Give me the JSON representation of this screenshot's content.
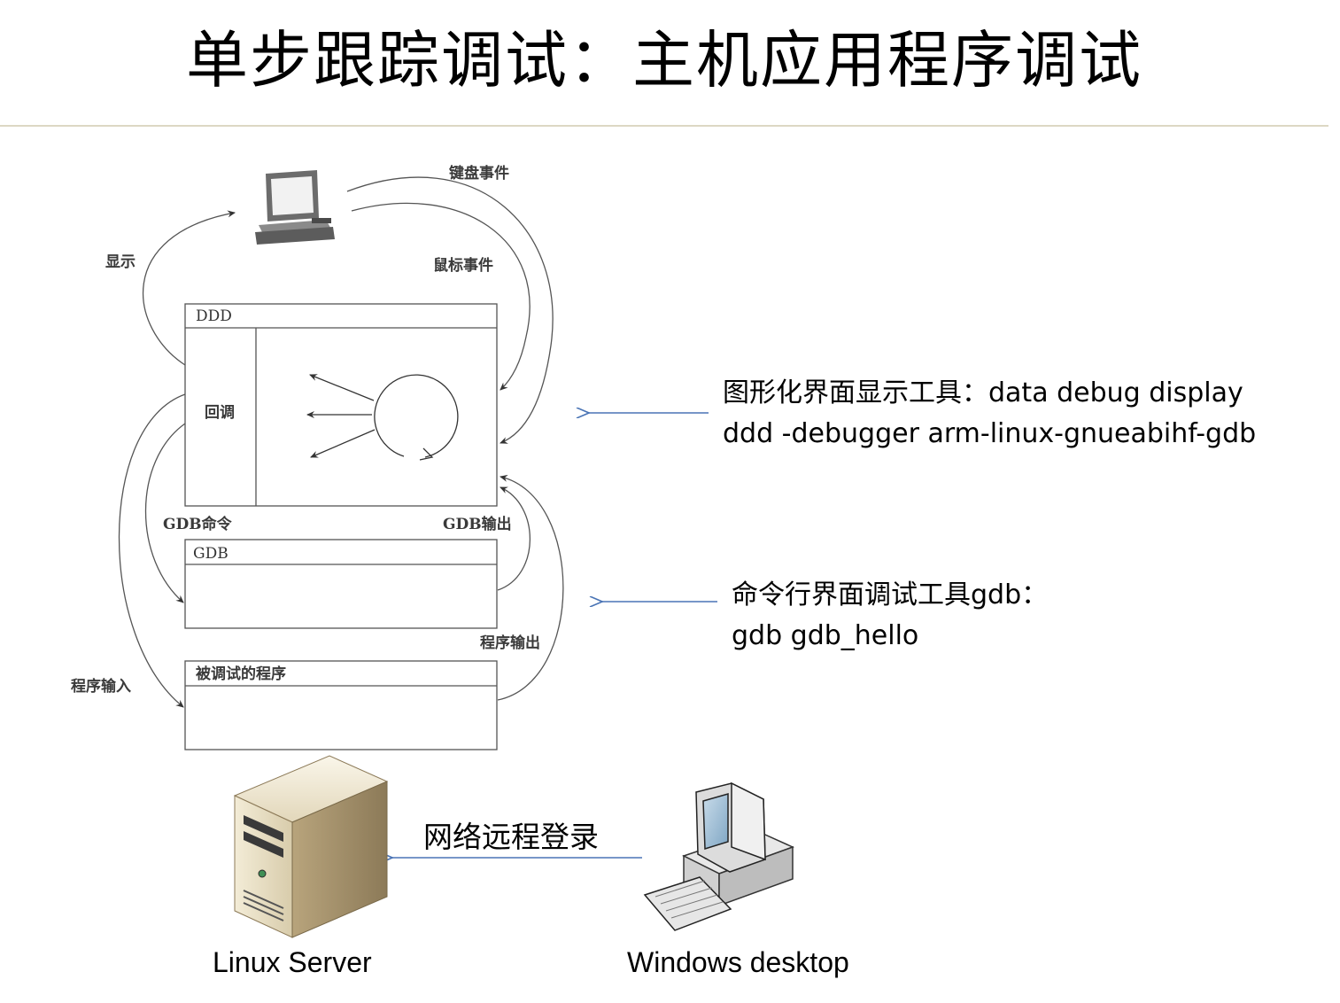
{
  "title": "单步跟踪调试：主机应用程序调试",
  "diagram": {
    "edge_labels": {
      "keyboard_event": "键盘事件",
      "mouse_event": "鼠标事件",
      "display": "显示",
      "gdb_command": "GDB命令",
      "gdb_output": "GDB输出",
      "program_output": "程序输出",
      "program_input": "程序输入"
    },
    "boxes": {
      "ddd": "DDD",
      "callback": "回调",
      "gdb": "GDB",
      "debugged_program": "被调试的程序"
    },
    "icons": {
      "top_terminal": "computer-terminal-icon",
      "server": "server-tower-icon",
      "desktop": "desktop-computer-icon"
    }
  },
  "notes": {
    "gui_tool": {
      "line1": "图形化界面显示工具：data debug display",
      "line2": "ddd -debugger arm-linux-gnueabihf-gdb"
    },
    "cli_tool": {
      "line1": "命令行界面调试工具gdb：",
      "line2": "gdb  gdb_hello"
    }
  },
  "network": {
    "remote_login": "网络远程登录",
    "server_label": "Linux Server",
    "desktop_label": "Windows desktop"
  },
  "colors": {
    "arrow_blue": "#4a74b5",
    "title_rule": "#ddd8c4",
    "diagram_line": "#555555"
  }
}
